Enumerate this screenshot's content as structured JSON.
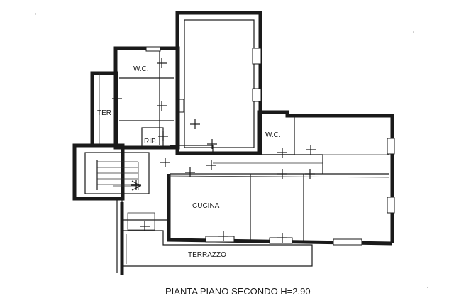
{
  "rooms": {
    "wc_upper": "W.C.",
    "ter": "TER",
    "rip": "RIP.",
    "wc_right": "W.C.",
    "cucina": "CUCINA",
    "terrazzo": "TERRAZZO"
  },
  "caption": "PIANTA PIANO SECONDO H=2.90",
  "colors": {
    "ink": "#1a1a1a",
    "paper": "#ffffff"
  }
}
